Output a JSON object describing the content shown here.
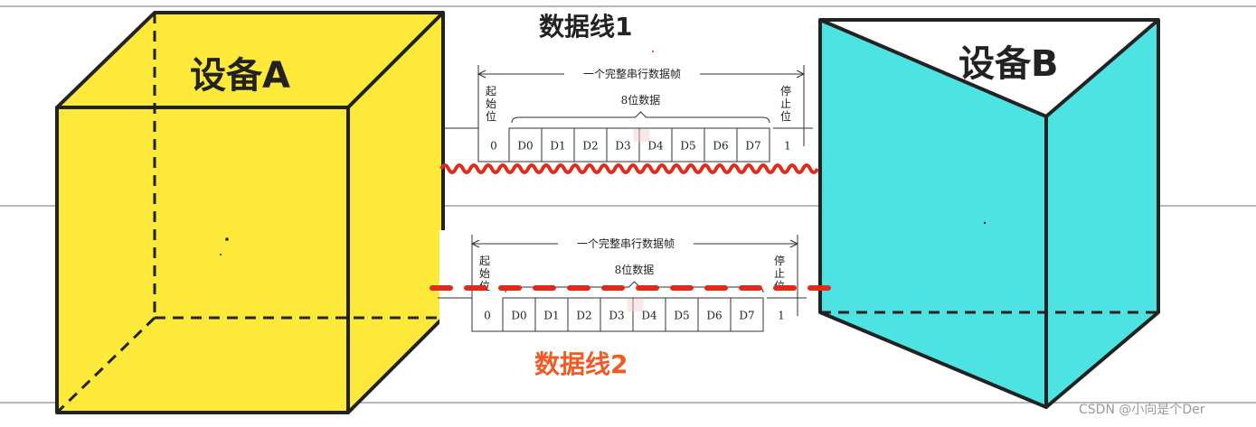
{
  "device_a": {
    "label": "设备A",
    "face_color": "#fde93a",
    "top_color": "#fde93a"
  },
  "device_b": {
    "label": "设备B",
    "face_color": "#4de3e3"
  },
  "line1": {
    "label": "数据线1",
    "label_color": "#222222",
    "wire_color": "#e02a1a",
    "style": "wavy"
  },
  "line2": {
    "label": "数据线2",
    "label_color": "#f05a24",
    "wire_color": "#e02a1a",
    "style": "dashed"
  },
  "frame": {
    "title": "一个完整串行数据帧",
    "data_bits_label": "8位数据",
    "start_label": "起始位",
    "stop_label": "停止位",
    "cells": [
      "0",
      "D0",
      "D1",
      "D2",
      "D3",
      "D4",
      "D5",
      "D6",
      "D7",
      "1"
    ]
  },
  "watermark": "CSDN @小向是个Der"
}
